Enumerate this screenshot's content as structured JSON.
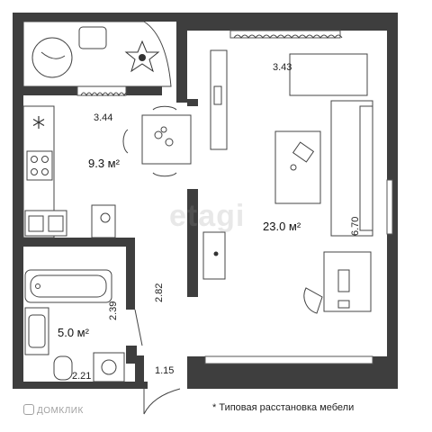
{
  "rooms": {
    "kitchen": {
      "area": "9.3 м²",
      "width": "3.44"
    },
    "living": {
      "area": "23.0 м²",
      "width": "3.43",
      "length": "6.70"
    },
    "bathroom": {
      "area": "5.0 м²",
      "width": "2.21",
      "length": "2.39"
    },
    "hall": {
      "length": "2.82",
      "width": "1.15"
    }
  },
  "note": "* Типовая расстановка мебели",
  "watermarks": {
    "listing": "ДОМКЛИК",
    "agency": "etagi"
  }
}
